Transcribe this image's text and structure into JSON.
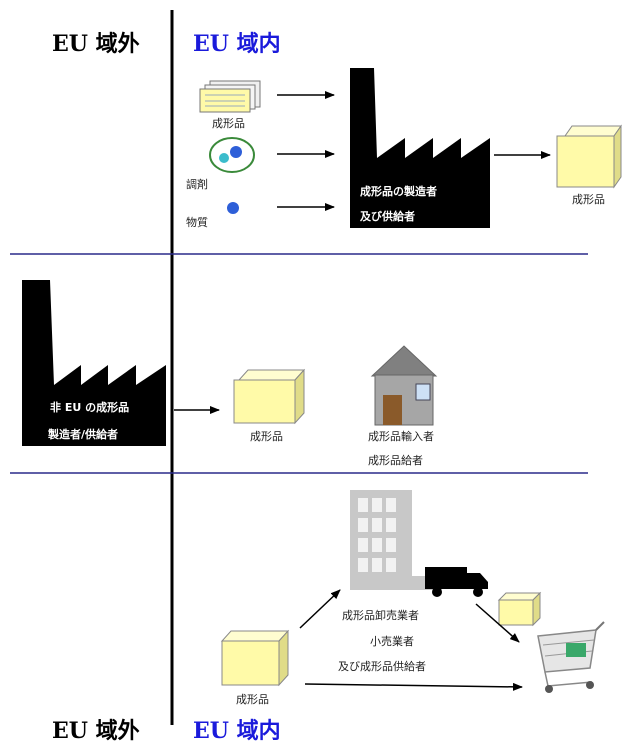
{
  "headers": {
    "outside_top": "EU 域外",
    "inside_top": "EU 域内",
    "outside_bottom": "EU 域外",
    "inside_bottom": "EU 域内"
  },
  "section1": {
    "article_label": "成形品",
    "preparation_label": "調剤",
    "substance_label": "物質",
    "factory_line1": "成形品の製造者",
    "factory_line2": "及び供給者",
    "product_label": "成形品"
  },
  "section2": {
    "factory_line1": "非 EU の成形品",
    "factory_line2": "製造者/供給者",
    "box_label": "成形品",
    "importer_label": "成形品輸入者",
    "supplier_label": "成形品給者"
  },
  "section3": {
    "box_label": "成形品",
    "distributor_label": "成形品卸売業者",
    "retailer_label": "小売業者",
    "other_supplier_label": "及び成形品供給者"
  },
  "colors": {
    "eu_inside": "#1a1adb",
    "divider": "#2a2a8a",
    "box_fill": "#fffaa8",
    "house_wall": "#a6a6a6",
    "house_door": "#8a5a2a",
    "window": "#cde0f5"
  }
}
